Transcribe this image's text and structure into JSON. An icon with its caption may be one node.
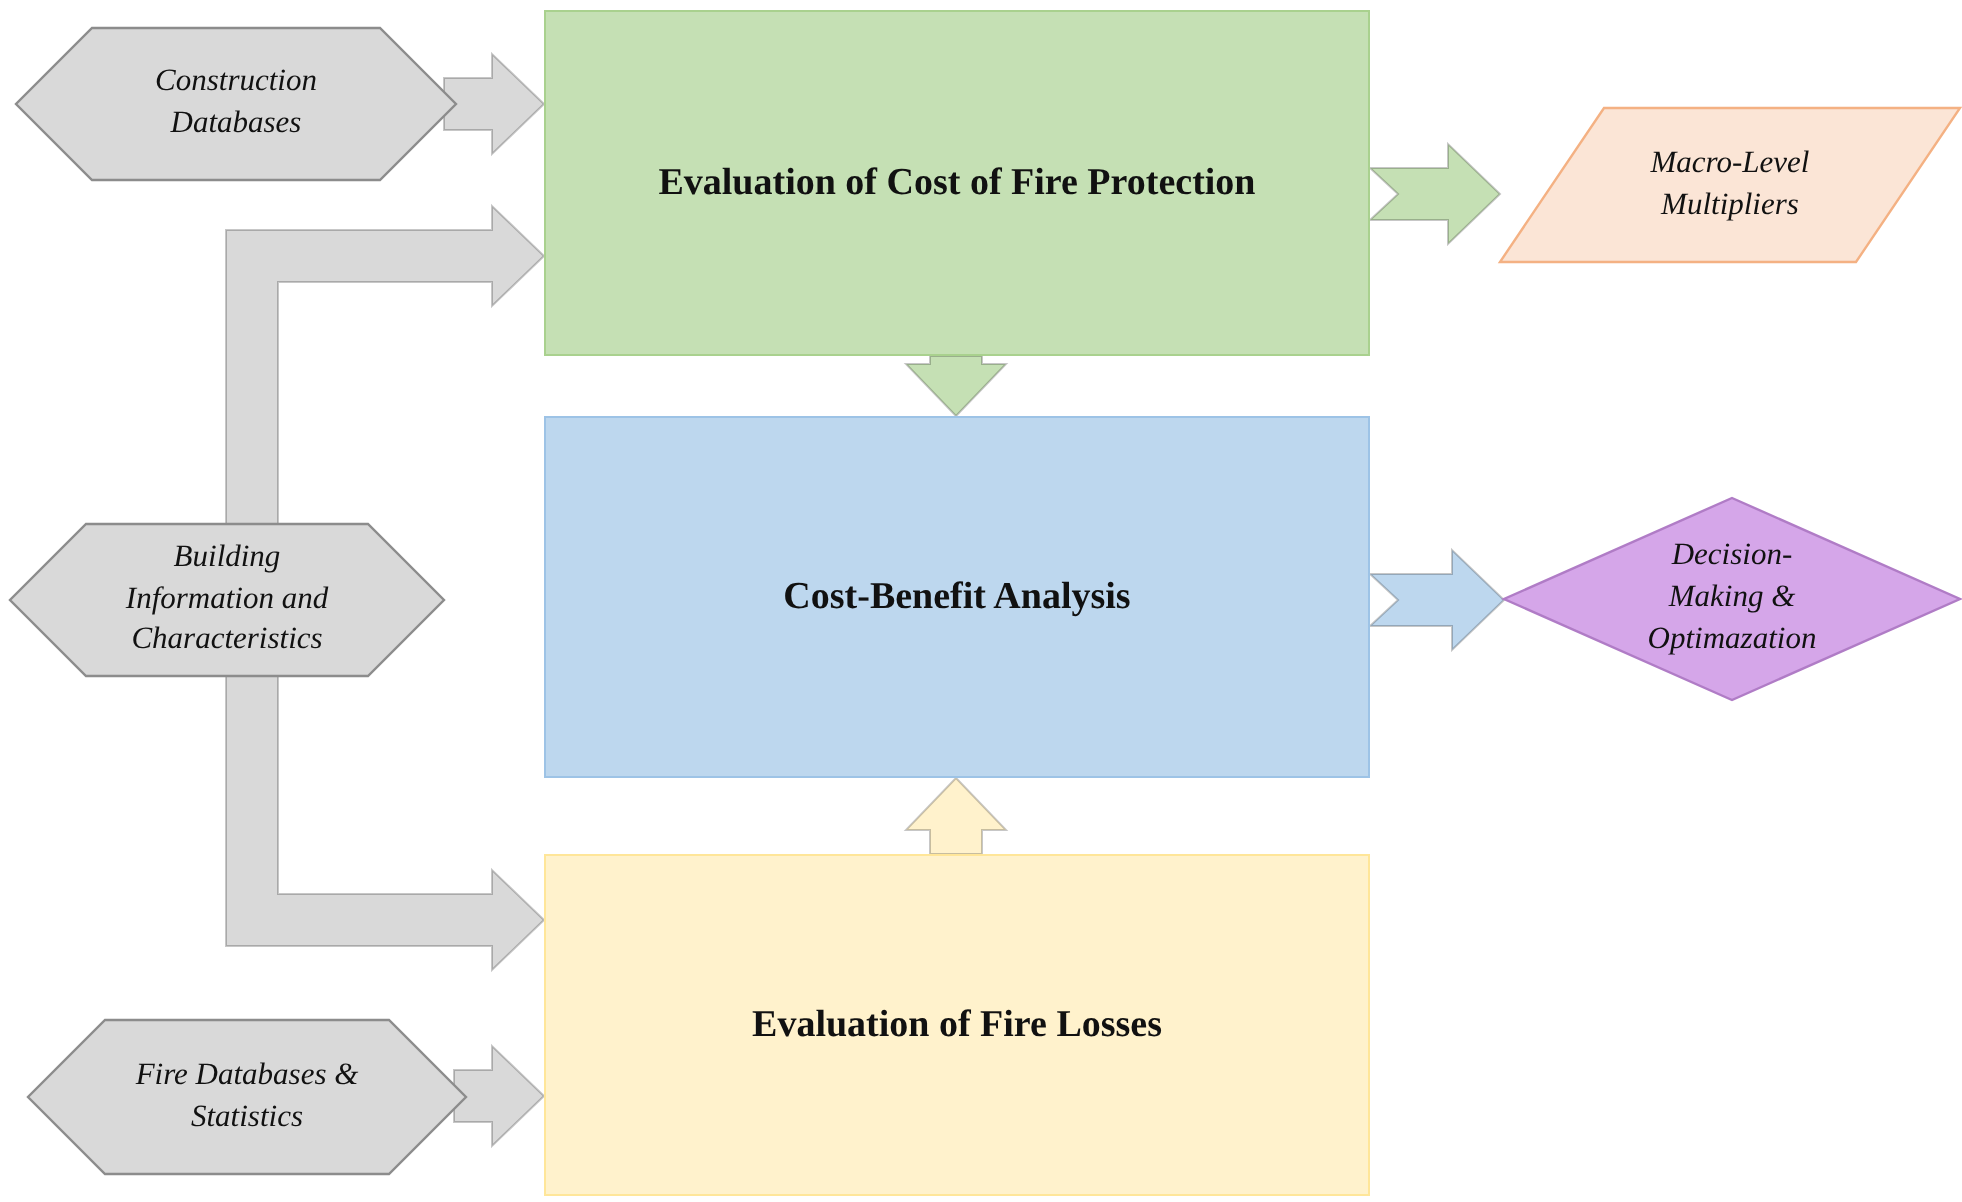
{
  "diagram": {
    "nodes": [
      {
        "text": [
          "Construction Databases"
        ]
      },
      {
        "text": [
          "Evaluation of Cost of Fire Protection"
        ]
      },
      {
        "text": [
          "Macro-Level Multipliers"
        ]
      },
      {
        "text": [
          "Building Information and Characteristics"
        ]
      },
      {
        "text": [
          "Cost-Benefit Analysis"
        ]
      },
      {
        "text": [
          "Decision-Making & Optimazation"
        ]
      },
      {
        "text": [
          "Evaluation of Fire Losses"
        ]
      },
      {
        "text": [
          "Fire Databases & Statistics"
        ]
      }
    ],
    "edges": [
      {
        "from": 0,
        "to": 1,
        "arrow": "to"
      },
      {
        "from": 3,
        "to": 1,
        "arrow": "to"
      },
      {
        "from": 3,
        "to": 6,
        "arrow": "to"
      },
      {
        "from": 7,
        "to": 6,
        "arrow": "to"
      },
      {
        "from": 1,
        "to": 4,
        "arrow": "to",
        "color": "#c5e0b4"
      },
      {
        "from": 6,
        "to": 4,
        "arrow": "to",
        "color": "#fff2cc"
      },
      {
        "from": 1,
        "to": 2,
        "arrow": "to",
        "color": "#c5e0b4"
      },
      {
        "from": 4,
        "to": 5,
        "arrow": "to",
        "color": "#bdd7ee"
      }
    ]
  }
}
